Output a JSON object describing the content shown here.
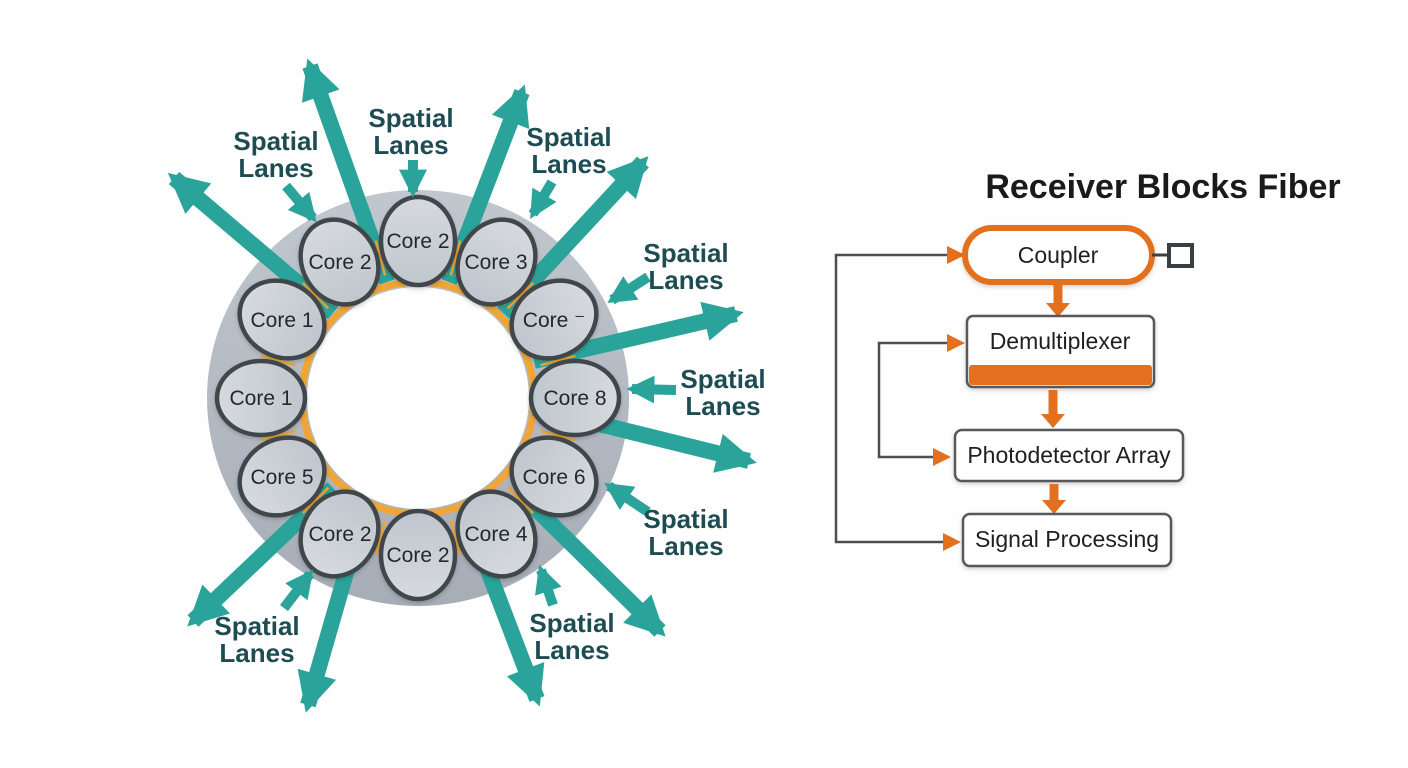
{
  "fiber_diagram": {
    "cores": [
      {
        "position": "top",
        "label": "Core 2"
      },
      {
        "position": "top-right",
        "label": "Core 3"
      },
      {
        "position": "right-upper",
        "label": "Core ⁻"
      },
      {
        "position": "right",
        "label": "Core 8"
      },
      {
        "position": "right-lower",
        "label": "Core 6"
      },
      {
        "position": "bottom-right",
        "label": "Core 4"
      },
      {
        "position": "bottom",
        "label": "Core 2"
      },
      {
        "position": "bottom-left",
        "label": "Core 2"
      },
      {
        "position": "left-lower",
        "label": "Core 5"
      },
      {
        "position": "left",
        "label": "Core 1"
      },
      {
        "position": "left-upper",
        "label": "Core 1"
      },
      {
        "position": "top-left",
        "label": "Core 2"
      }
    ],
    "lane_labels": [
      {
        "position": "top-left",
        "line1": "Spatial",
        "line2": "Lanes"
      },
      {
        "position": "top-center",
        "line1": "Spatial",
        "line2": "Lanes"
      },
      {
        "position": "top-right",
        "line1": "Spatial",
        "line2": "Lanes"
      },
      {
        "position": "right-upper",
        "line1": "Spatial",
        "line2": "Lanes"
      },
      {
        "position": "right-middle",
        "line1": "Spatial",
        "line2": "Lanes"
      },
      {
        "position": "right-lower",
        "line1": "Spatial",
        "line2": "Lanes"
      },
      {
        "position": "bottom-right",
        "line1": "Spatial",
        "line2": "Lanes"
      },
      {
        "position": "bottom-left",
        "line1": "Spatial",
        "line2": "Lanes"
      }
    ]
  },
  "flowchart": {
    "title": "Receiver Blocks Fiber",
    "blocks": [
      {
        "label": "Coupler"
      },
      {
        "label": "Demultiplexer"
      },
      {
        "label": "Photodetector Array"
      },
      {
        "label": "Signal Processing"
      }
    ]
  },
  "colors": {
    "teal_arrow": "#2aa49b",
    "teal_text": "#1d4d52",
    "orange": "#e3701e",
    "ring_gray": "#b3b9c1",
    "core_fill": "#cdd2d8",
    "core_border": "#40464c",
    "yellow": "#f0a636",
    "connector_gray": "#4b4f53"
  }
}
